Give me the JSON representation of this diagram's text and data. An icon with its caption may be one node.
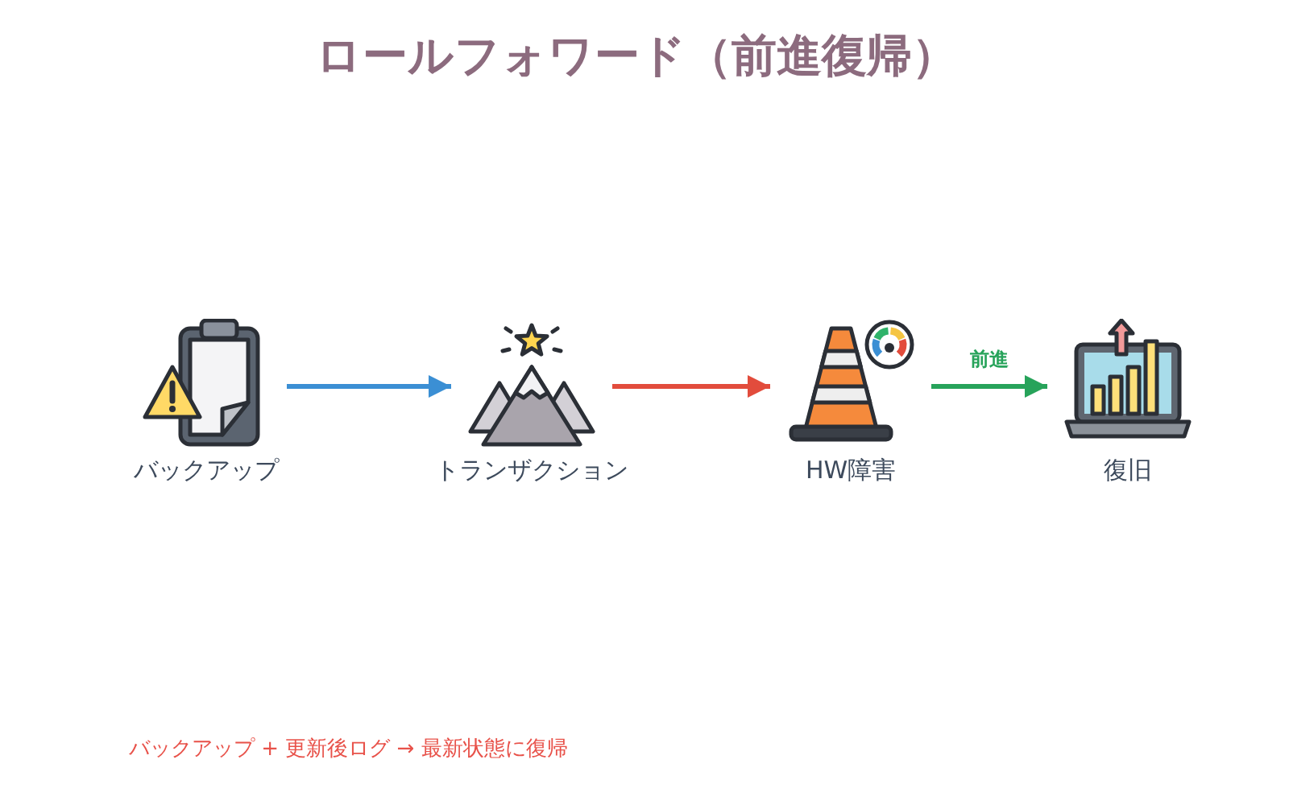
{
  "diagram": {
    "title": "ロールフォワード（前進復帰）",
    "nodes": [
      {
        "text": [
          "バックアップ"
        ]
      },
      {
        "text": [
          "トランザクション"
        ]
      },
      {
        "text": [
          "HW障害"
        ]
      },
      {
        "text": [
          "復旧"
        ]
      }
    ],
    "edges": [
      {
        "from": 0,
        "to": 1,
        "arrow": "to",
        "color": "#3b8fd4"
      },
      {
        "from": 1,
        "to": 2,
        "arrow": "to",
        "color": "#e24c3c"
      },
      {
        "from": 2,
        "to": 3,
        "arrow": "to",
        "label": "前進",
        "color": "#27a35a"
      }
    ],
    "labels": [
      "バックアップ + 更新後ログ → 最新状態に復帰"
    ]
  }
}
